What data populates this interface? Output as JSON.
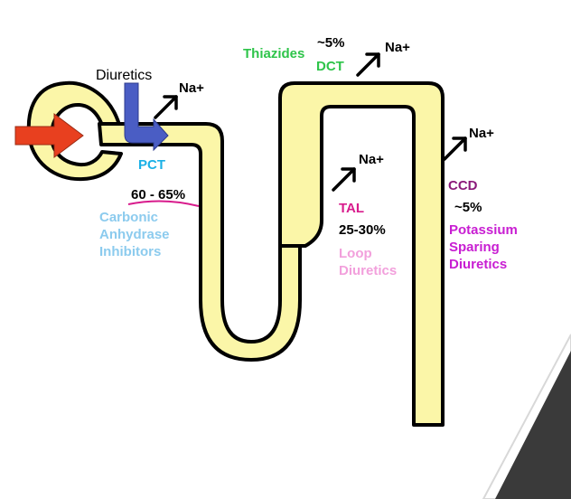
{
  "labels": {
    "diuretics": "Diuretics",
    "pct": "PCT",
    "pct_percent": "60 - 65%",
    "pct_drug": [
      "Carbonic",
      "Anhydrase",
      "Inhibitors"
    ],
    "thiazides": "Thiazides",
    "dct_percent": "~5%",
    "dct": "DCT",
    "tal": "TAL",
    "tal_percent": "25-30%",
    "tal_drug": [
      "Loop",
      "Diuretics"
    ],
    "ccd": "CCD",
    "ccd_percent": "~5%",
    "ccd_drug": [
      "Potassium",
      "Sparing",
      "Diuretics"
    ],
    "na_pct": "Na+",
    "na_dct": "Na+",
    "na_tal": "Na+",
    "na_ccd": "Na+"
  },
  "colors": {
    "tubule_fill": "#fbf6a8",
    "outline": "#000000",
    "inflow_arrow": "#e8401f",
    "diuretic_arrow": "#4a5dc4",
    "pct_text": "#1ab0e6",
    "pct_drug_text": "#8ccbee",
    "thiazide_text": "#2ec44a",
    "tal_text": "#d81b8c",
    "tal_drug_text": "#f2a0dc",
    "ccd_text": "#8b1a7a",
    "ccd_drug_text": "#c81ed2",
    "corner_dark": "#3a3a3a",
    "corner_light": "#ffffff"
  }
}
